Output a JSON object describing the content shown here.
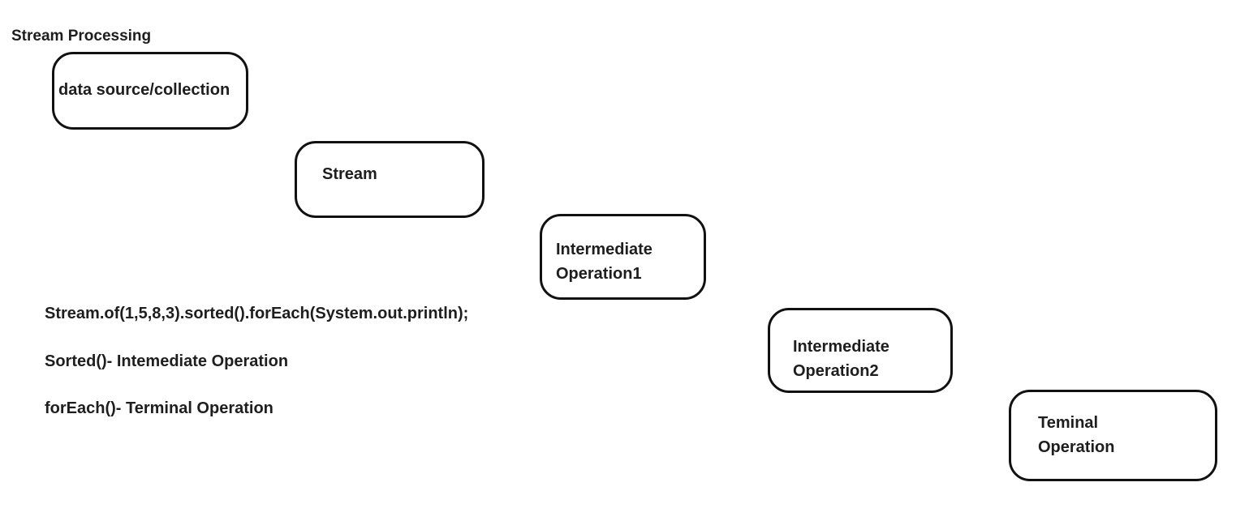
{
  "title": "Stream Processing",
  "boxes": {
    "data_source": {
      "line1": "data source/collection"
    },
    "stream": {
      "line1": "Stream"
    },
    "intermediate1": {
      "line1": "Intermediate",
      "line2": "Operation1"
    },
    "intermediate2": {
      "line1": "Intermediate",
      "line2": "Operation2"
    },
    "terminal": {
      "line1": "Teminal",
      "line2": "Operation"
    }
  },
  "notes": {
    "code": "Stream.of(1,5,8,3).sorted().forEach(System.out.println);",
    "sorted": "Sorted()- Intemediate Operation",
    "foreach": "forEach()- Terminal Operation"
  }
}
